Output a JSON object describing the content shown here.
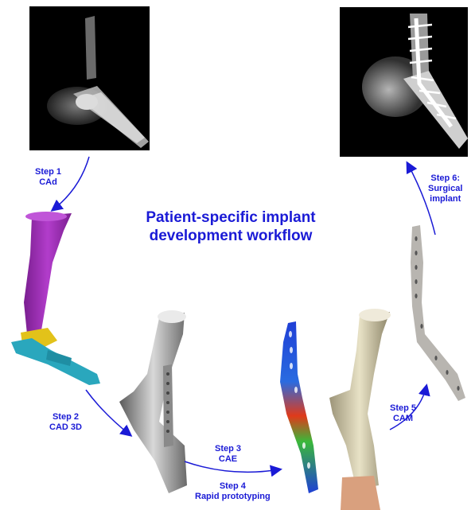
{
  "title": {
    "line1": "Patient-specific implant",
    "line2": "development workflow"
  },
  "steps": [
    {
      "step": "Step 1",
      "name": "CAd"
    },
    {
      "step": "Step 2",
      "name": "CAD 3D"
    },
    {
      "step": "Step 3",
      "name": "CAE"
    },
    {
      "step": "Step 4",
      "name": "Rapid prototyping"
    },
    {
      "step": "Step 5",
      "name": "CAM"
    },
    {
      "step": "Step 6:",
      "name": "Surgical implant"
    }
  ],
  "colors": {
    "accent": "#1a1ad6",
    "bone_purple": "#9b2fb0",
    "bone_yellow": "#e2c21a",
    "bone_cyan": "#2aa7bd",
    "xray_bg": "#000000"
  }
}
